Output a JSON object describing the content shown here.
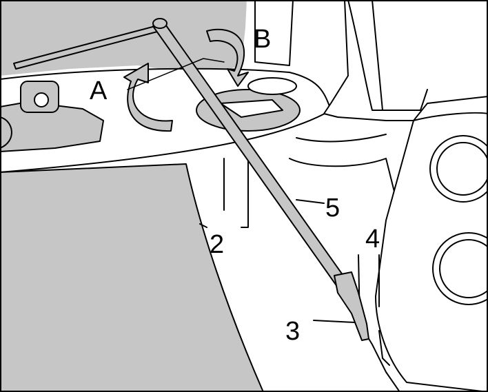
{
  "labels": {
    "a": "A",
    "b": "B",
    "n2": "2",
    "n3": "3",
    "n4": "4",
    "n5": "5"
  },
  "colors": {
    "gray_fill": "#c6c6c6",
    "outline": "#000000",
    "background": "#ffffff"
  }
}
